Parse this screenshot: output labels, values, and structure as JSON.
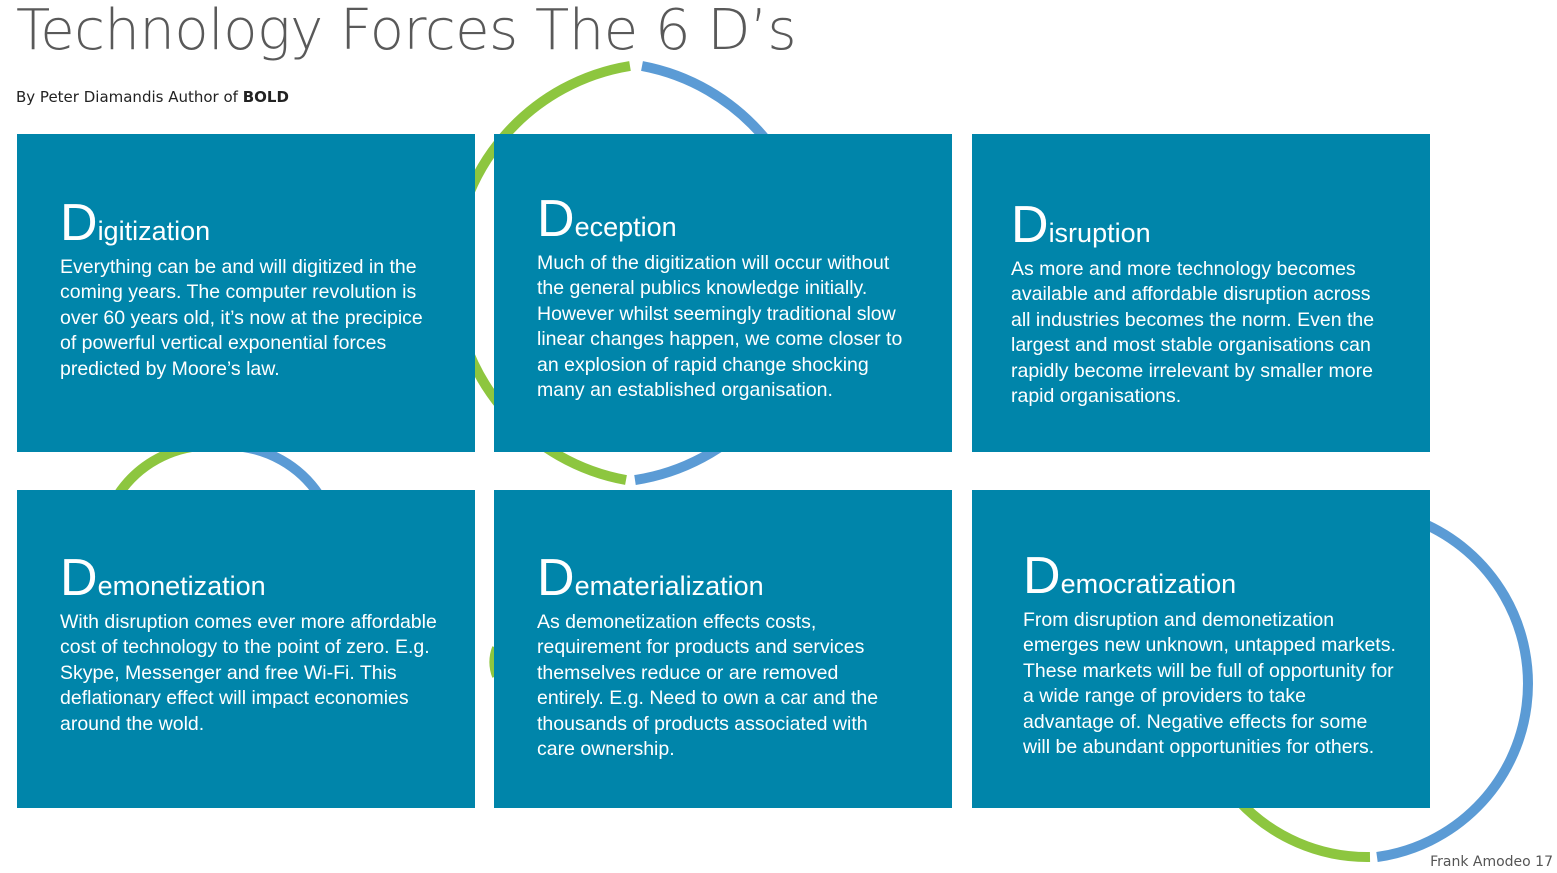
{
  "title": "Technology Forces The 6 D’s",
  "byline": {
    "prefix": "By Peter Diamandis Author of",
    "book": "BOLD"
  },
  "cards": [
    {
      "initial": "D",
      "rest": "igitization",
      "body": "Everything can be and will digitized in the coming years. The computer revolution is over 60 years old, it’s now at the precipice of powerful vertical exponential forces predicted by Moore’s law."
    },
    {
      "initial": "D",
      "rest": "eception",
      "body": "Much of the digitization will occur without the general publics knowledge initially. However whilst seemingly traditional slow linear changes happen, we come closer to an explosion of rapid change shocking many an established organisation."
    },
    {
      "initial": "D",
      "rest": "isruption",
      "body": "As more and more technology becomes available and affordable disruption across all industries becomes the norm. Even the largest and most stable organisations can rapidly become irrelevant by smaller more rapid organisations."
    },
    {
      "initial": "D",
      "rest": "emonetization",
      "body": "With disruption comes ever more affordable cost of technology to the point of zero. E.g. Skype, Messenger and free Wi-Fi. This deflationary effect will impact economies around the wold."
    },
    {
      "initial": "D",
      "rest": "ematerialization",
      "body": "As demonetization effects costs, requirement for products and services themselves reduce or are removed entirely. E.g. Need to own a car and the thousands of products associated with care ownership."
    },
    {
      "initial": "D",
      "rest": "emocratization",
      "body": "From disruption and demonetization emerges new unknown, untapped markets. These markets will be full of opportunity for a wide range of providers to take advantage of. Negative effects for some will be abundant opportunities for others."
    }
  ],
  "footer": "Frank Amodeo 17",
  "colors": {
    "card": "#0085AA",
    "ring_green": "#8DC63F",
    "ring_blue": "#5B9BD5"
  }
}
